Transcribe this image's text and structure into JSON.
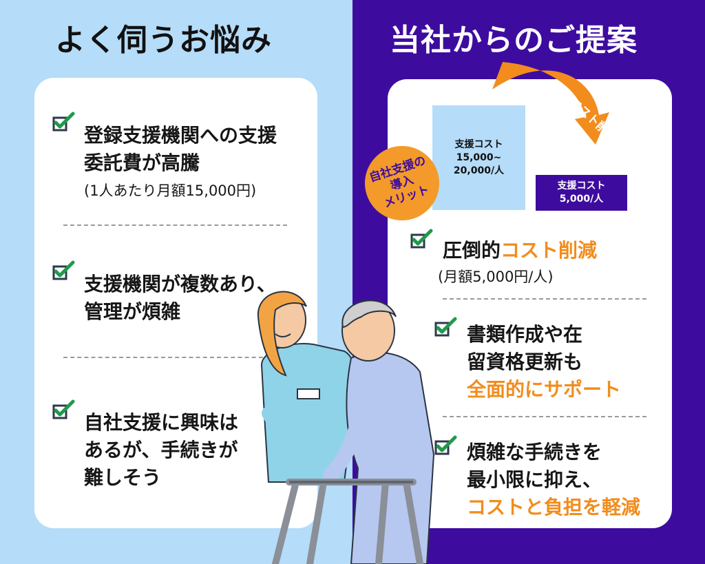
{
  "left": {
    "title": "よく伺うお悩み",
    "items": [
      {
        "line1": "登録支援機関への支援",
        "line2": "委託費が高騰",
        "note": "(1人あたり月額15,000円)"
      },
      {
        "line1": "支援機関が複数あり、",
        "line2": "管理が煩雑"
      },
      {
        "line1": "自社支援に興味は",
        "line2": "あるが、手続きが",
        "line3": "難しそう"
      }
    ]
  },
  "right": {
    "title": "当社からのご提案",
    "comparison": {
      "before_label": "支援コスト",
      "before_value": "15,000~",
      "before_value2": "20,000/人",
      "after_label": "支援コスト",
      "after_value": "5,000/人",
      "arrow_label": "コスト削減"
    },
    "badge": {
      "line1": "自社支援の",
      "line2": "導入",
      "line3": "メリット"
    },
    "items": [
      {
        "pre": "圧倒的",
        "highlight": "コスト削減",
        "note": "(月額5,000円/人)"
      },
      {
        "line1": "書類作成や在",
        "line2": "留資格更新も",
        "highlight": "全面的にサポート"
      },
      {
        "line1": "煩雑な手続きを",
        "line2": "最小限に抑え、",
        "highlight": "コストと負担を軽減"
      }
    ]
  },
  "colors": {
    "left_bg": "#b5dcf8",
    "right_bg": "#3d0c9f",
    "accent_orange": "#f28c1c",
    "check_green": "#1f9a4a"
  }
}
